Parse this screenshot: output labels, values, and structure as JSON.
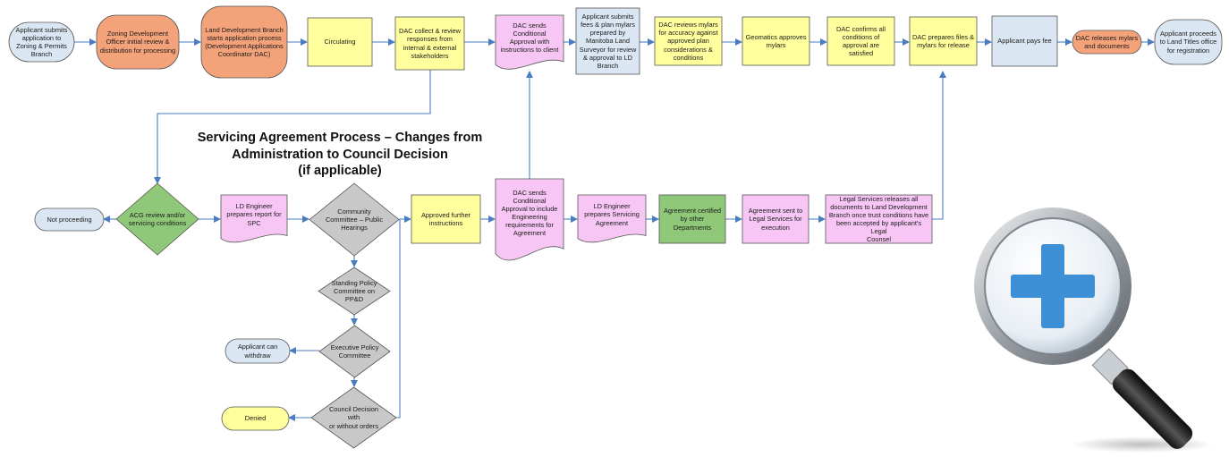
{
  "title": "Servicing Agreement Process – Changes from\nAdministration to Council Decision\n(if applicable)",
  "colors": {
    "blue": "#dae7f3",
    "orange": "#f4a27a",
    "yellow": "#ffff9e",
    "pink": "#f7c6f5",
    "green": "#8fc878",
    "gray": "#c8c8c8",
    "line": "#4a7dc0"
  },
  "top_row": [
    {
      "label": "Applicant submits\napplication to\nZoning & Permits\nBranch"
    },
    {
      "label": "Zoning Development\nOfficer initial review &\ndistribution for processing"
    },
    {
      "label": "Land Development Branch\nstarts application process\n(Development Applications\nCoordinator DAC)"
    },
    {
      "label": "Circulating"
    },
    {
      "label": "DAC collect & review\nresponses from\ninternal & external\nstakeholders"
    },
    {
      "label": "DAC sends\nConditional\nApproval with\ninstructions to client"
    },
    {
      "label": "Applicant submits\nfees & plan mylars\nprepared by\nManitoba Land\nSurveyor for review\n& approval to LD\nBranch"
    },
    {
      "label": "DAC reviews mylars\nfor accuracy against\napproved plan\nconsiderations &\nconditions"
    },
    {
      "label": "Geomatics approves\nmylars"
    },
    {
      "label": "DAC confirms all\nconditions of\napproval are\nsatisfied"
    },
    {
      "label": "DAC prepares files &\nmylars for release"
    },
    {
      "label": "Applicant pays fee"
    },
    {
      "label": "DAC releases mylars\nand documents"
    },
    {
      "label": "Applicant proceeds\nto Land Titles office\nfor registration"
    }
  ],
  "bottom_row": [
    {
      "label": "Not proceeding"
    },
    {
      "label": "ACG review and/or\nservicing conditions"
    },
    {
      "label": "LD Engineer\nprepares report for\nSPC"
    },
    {
      "label": "Community\nCommittee – Public\nHearings"
    },
    {
      "label": "Approved further\ninstructions"
    },
    {
      "label": "DAC sends\nConditional\nApproval to include\nEngineering\nrequirements for\nAgreement"
    },
    {
      "label": "LD Engineer\nprepares Servicing\nAgreement"
    },
    {
      "label": "Agreement certified\nby other\nDepartments"
    },
    {
      "label": "Agreement sent to\nLegal Services for\nexecution"
    },
    {
      "label": "Legal Services releases all\ndocuments to Land Development\nBranch once trust conditions have\nbeen accepted by applicant's Legal\nCounsel"
    }
  ],
  "column": [
    {
      "label": "Standing Policy\nCommittee on\nPP&D"
    },
    {
      "label": "Executive Policy\nCommittee"
    },
    {
      "label": "Council Decision with\nor without orders"
    }
  ],
  "side": [
    {
      "label": "Applicant can\nwithdraw"
    },
    {
      "label": "Denied"
    }
  ],
  "zoom_icon": "magnifier-plus-icon"
}
